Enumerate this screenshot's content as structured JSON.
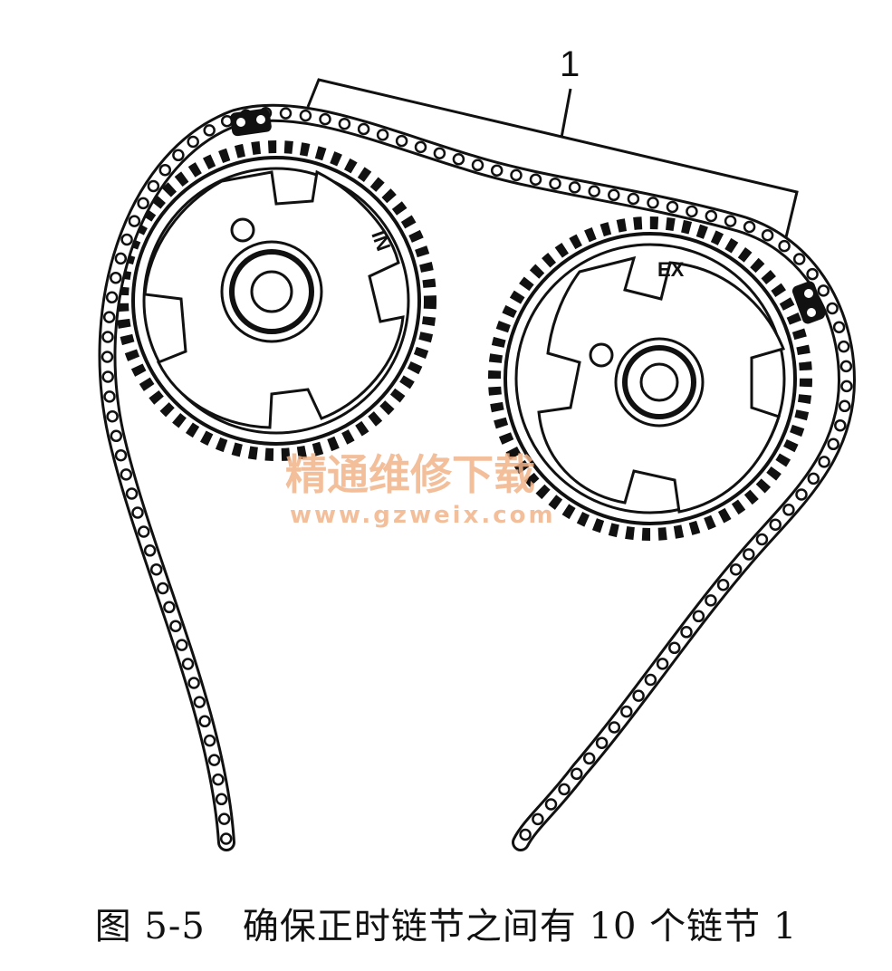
{
  "callout": {
    "number": "1"
  },
  "gears": {
    "intake_mark": "IN",
    "exhaust_mark": "EX"
  },
  "watermark": {
    "text": "精通维修下载",
    "url": "www.gzweix.com"
  },
  "caption": "图 5-5　确保正时链节之间有 10 个链节 1"
}
